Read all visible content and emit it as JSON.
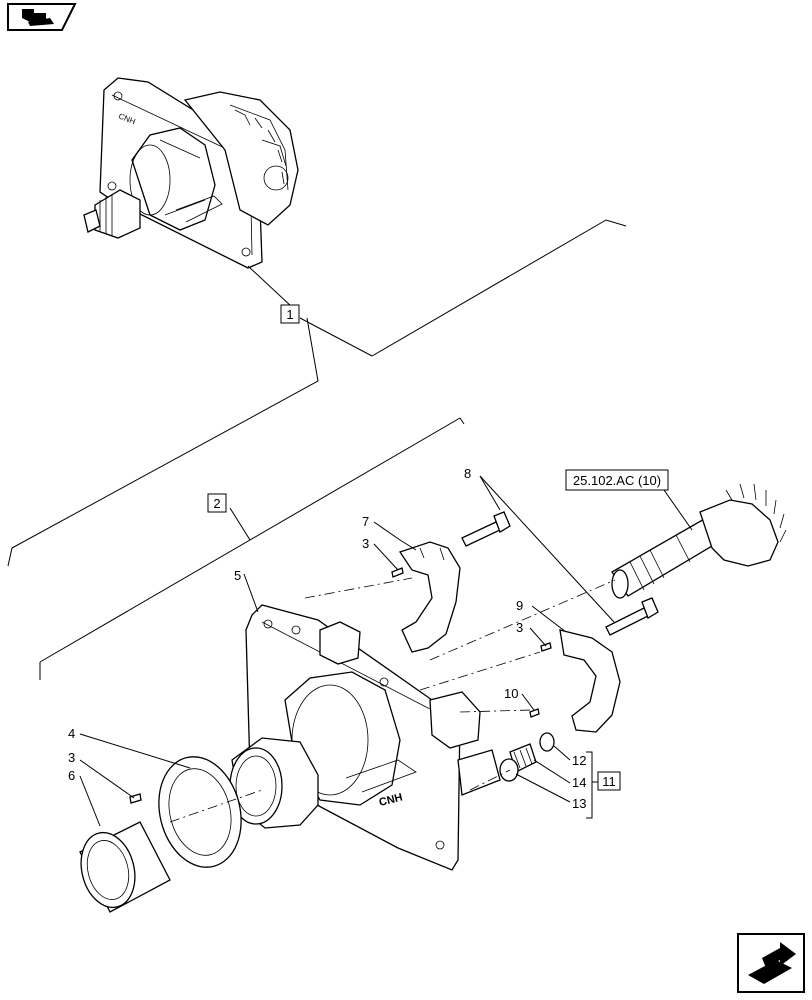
{
  "nav": {
    "top_icon": "book-page-icon",
    "bottom_icon": "next-page-arrow-icon"
  },
  "callouts": {
    "c1": "1",
    "c2": "2",
    "c3a": "3",
    "c3b": "3",
    "c3c": "3",
    "c4": "4",
    "c5": "5",
    "c6": "6",
    "c7": "7",
    "c8": "8",
    "c9": "9",
    "c10": "10",
    "c11": "11",
    "c12": "12",
    "c13": "13",
    "c14": "14"
  },
  "reference": {
    "label": "25.102.AC (10)"
  }
}
